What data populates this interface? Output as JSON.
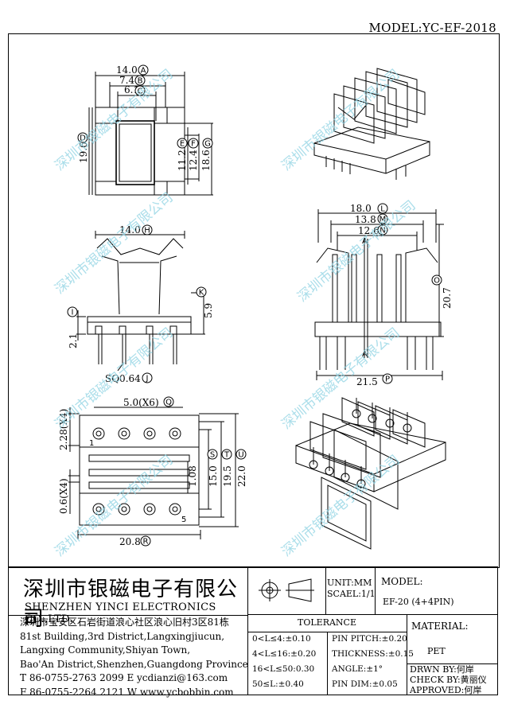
{
  "header": {
    "model": "MODEL:YC-EF-2018"
  },
  "watermark": "深圳市银磁电子有限公司",
  "view_top_left": {
    "dims": {
      "A": "14.0",
      "B": "7.4",
      "C": "6.1",
      "D": "19.6",
      "E": "11.2",
      "F": "12.4",
      "G": "18.6"
    }
  },
  "view_mid_left": {
    "dims": {
      "H": "14.0",
      "I": "2.1",
      "J": "SQ0.64",
      "K": "5.9"
    }
  },
  "view_mid_right": {
    "dims": {
      "L": "18.0",
      "M": "13.8",
      "N": "12.6",
      "O": "20.7",
      "P": "21.5"
    },
    "section_marks": [
      "A",
      "A"
    ]
  },
  "view_bottom_left": {
    "dims": {
      "Q": "5.0(X6)",
      "R": "20.8",
      "S": "15.0",
      "T": "19.5",
      "U": "22.0",
      "pitch_top": "2.28(X4)",
      "pitch_bottom": "0.6(X4)",
      "slot": "1.08"
    },
    "pin_numbers": [
      "1",
      "5"
    ]
  },
  "circle_letters": [
    "A",
    "B",
    "C",
    "D",
    "E",
    "F",
    "G",
    "H",
    "I",
    "J",
    "K",
    "L",
    "M",
    "N",
    "O",
    "P",
    "Q",
    "R",
    "S",
    "T",
    "U"
  ],
  "title_block": {
    "company_cn": "深圳市银磁电子有限公司",
    "company_en": "SHENZHEN YINCI ELECTRONICS CO.,LTD.",
    "address": [
      "深圳市宝安区石岩街道浪心社区浪心旧村3区81栋",
      "81st Building,3rd District,Langxingjiucun,",
      "Langxing Community,Shiyan Town,",
      "Bao'An District,Shenzhen,Guangdong Province",
      "T 86-0755-2763 2099    E ycdianzi@163.com",
      "F 86-0755-2264 2121    W www.ycbobbin.com"
    ],
    "unit": "UNIT:MM",
    "scale": "SCAEL:1/1",
    "model_label": "MODEL:",
    "model_value": "EF-20 (4+4PIN)",
    "tolerance_header": "TOLERANCE",
    "tolerance_left": [
      "0<L≤4:±0.10",
      "4<L≤16:±0.20",
      "16<L≤50:0.30",
      "50≤L:±0.40"
    ],
    "tolerance_right": [
      "PIN PITCH:±0.20",
      "THICKNESS:±0.15",
      "ANGLE:±1°",
      "PIN DIM:±0.05"
    ],
    "material_label": "MATERIAL:",
    "material_value": "PET",
    "drawn_by": "DRWN BY:何岸",
    "check_by": "CHECK BY:黄丽仪",
    "approved": "APPROVED:何岸"
  }
}
